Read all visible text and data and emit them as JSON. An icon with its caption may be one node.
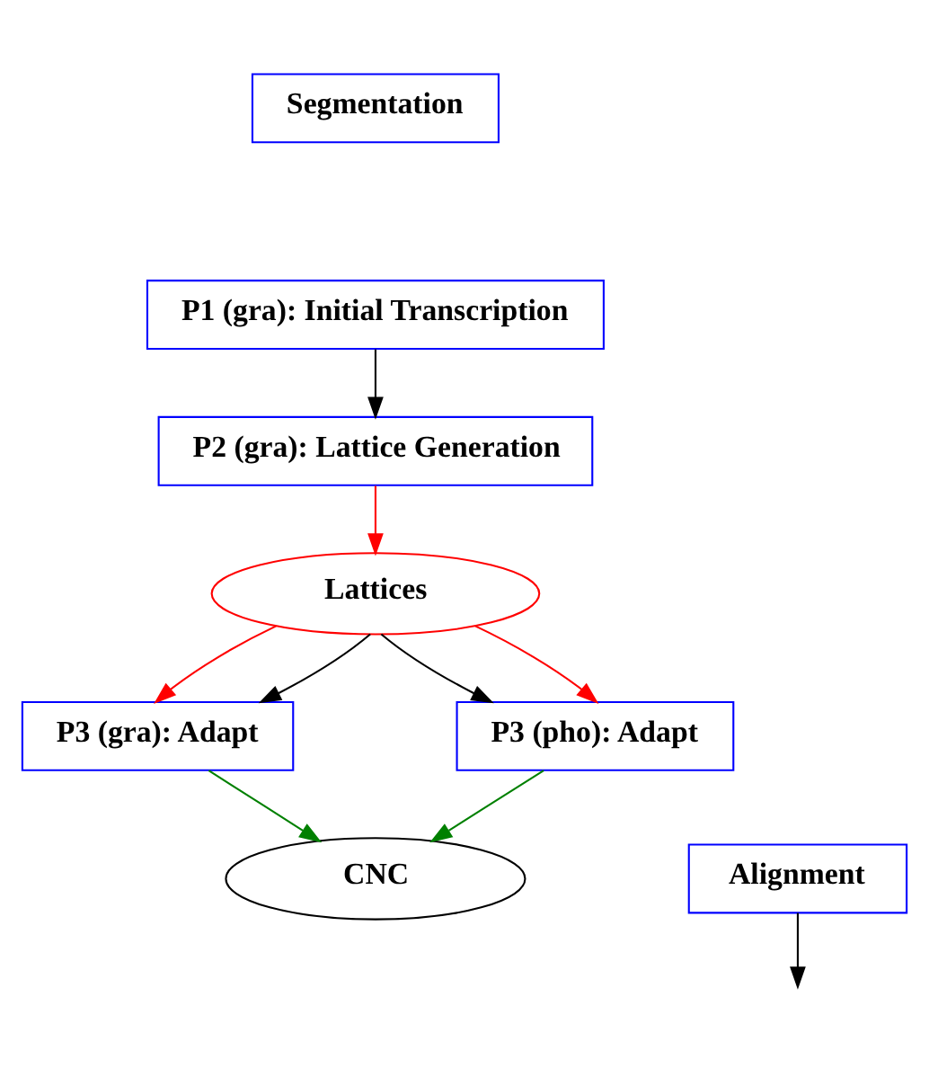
{
  "diagram": {
    "nodes": [
      {
        "text": [
          "Segmentation"
        ]
      },
      {
        "text": [
          "P1 (gra): Initial Transcription"
        ]
      },
      {
        "text": [
          "P2 (gra): Lattice Generation"
        ]
      },
      {
        "text": [
          "Lattices"
        ]
      },
      {
        "text": [
          "P3 (gra): Adapt"
        ]
      },
      {
        "text": [
          "P3 (pho): Adapt"
        ]
      },
      {
        "text": [
          "CNC"
        ]
      },
      {
        "text": [
          "Alignment"
        ]
      }
    ],
    "edges": [
      {
        "from": 1,
        "to": 2,
        "arrow": "to"
      },
      {
        "from": 2,
        "to": 3,
        "arrow": "to",
        "color": "#ff0000"
      },
      {
        "from": 3,
        "to": 4,
        "arrow": "to",
        "color": "#ff0000"
      },
      {
        "from": 3,
        "to": 4,
        "arrow": "to"
      },
      {
        "from": 3,
        "to": 5,
        "arrow": "to"
      },
      {
        "from": 3,
        "to": 5,
        "arrow": "to",
        "color": "#ff0000"
      },
      {
        "from": 4,
        "to": 6,
        "arrow": "to",
        "color": "#008000"
      },
      {
        "from": 5,
        "to": 6,
        "arrow": "to",
        "color": "#008000"
      },
      {
        "from": 7,
        "to": null,
        "arrow": "to"
      }
    ]
  }
}
